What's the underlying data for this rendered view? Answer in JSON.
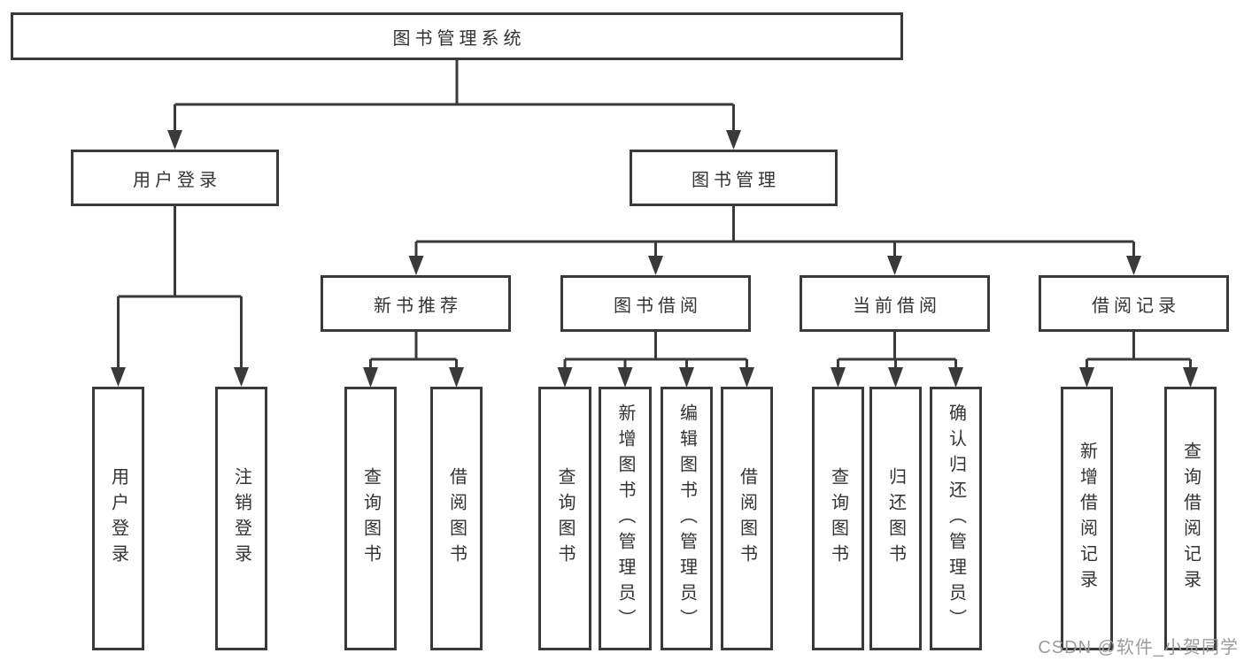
{
  "diagram": {
    "root": {
      "label": "图书管理系统"
    },
    "level2": [
      {
        "label": "用户登录"
      },
      {
        "label": "图书管理"
      }
    ],
    "level3": [
      {
        "label": "新书推荐"
      },
      {
        "label": "图书借阅"
      },
      {
        "label": "当前借阅"
      },
      {
        "label": "借阅记录"
      }
    ],
    "level4": [
      {
        "label": "用户登录"
      },
      {
        "label": "注销登录"
      },
      {
        "label": "查询图书"
      },
      {
        "label": "借阅图书"
      },
      {
        "label": "查询图书"
      },
      {
        "label": "新增图书（管理员）"
      },
      {
        "label": "编辑图书（管理员）"
      },
      {
        "label": "借阅图书"
      },
      {
        "label": "查询图书"
      },
      {
        "label": "归还图书"
      },
      {
        "label": "确认归还（管理员）"
      },
      {
        "label": "新增借阅记录"
      },
      {
        "label": "查询借阅记录"
      }
    ]
  },
  "watermark": {
    "text": "CSDN @软件_小贺同学"
  },
  "colors": {
    "line": "#3a3a3a",
    "text": "#333333",
    "watermark": "#9c9c9c",
    "background": "#ffffff"
  }
}
